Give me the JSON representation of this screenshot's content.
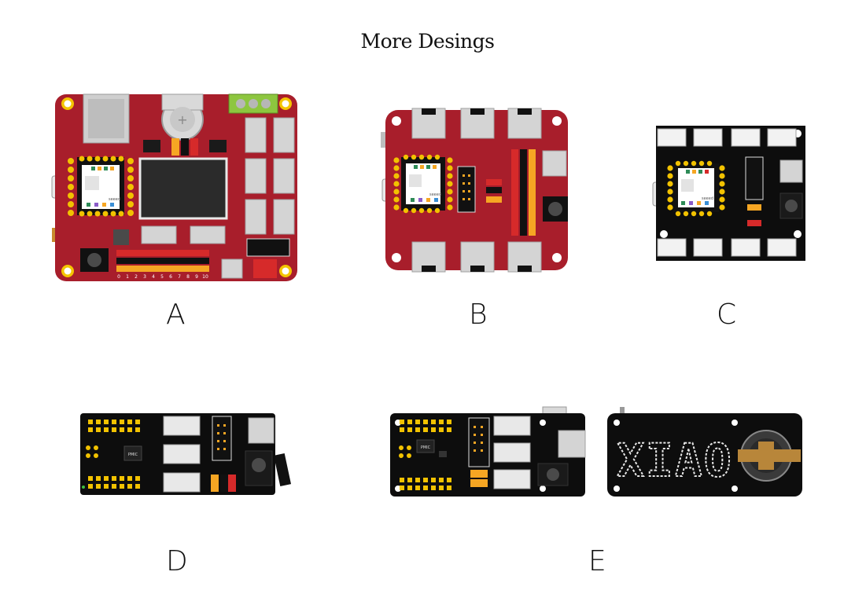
{
  "title": "More Desings",
  "labels": {
    "a": "A",
    "b": "B",
    "c": "C",
    "d": "D",
    "e": "E"
  },
  "board_text": {
    "seeed": "seeed",
    "pmic": "PMIC",
    "xiao": "XIAO",
    "a_pin_numbers": [
      "0",
      "1",
      "2",
      "3",
      "4",
      "5",
      "6",
      "7",
      "8",
      "9",
      "10"
    ]
  },
  "colors": {
    "red_pcb": "#a81e2b",
    "black_pcb": "#0d0d0d",
    "gold": "#f2c200",
    "header_red": "#d62a2a",
    "header_orange": "#f6a623",
    "connector_grey": "#d4d4d4"
  }
}
